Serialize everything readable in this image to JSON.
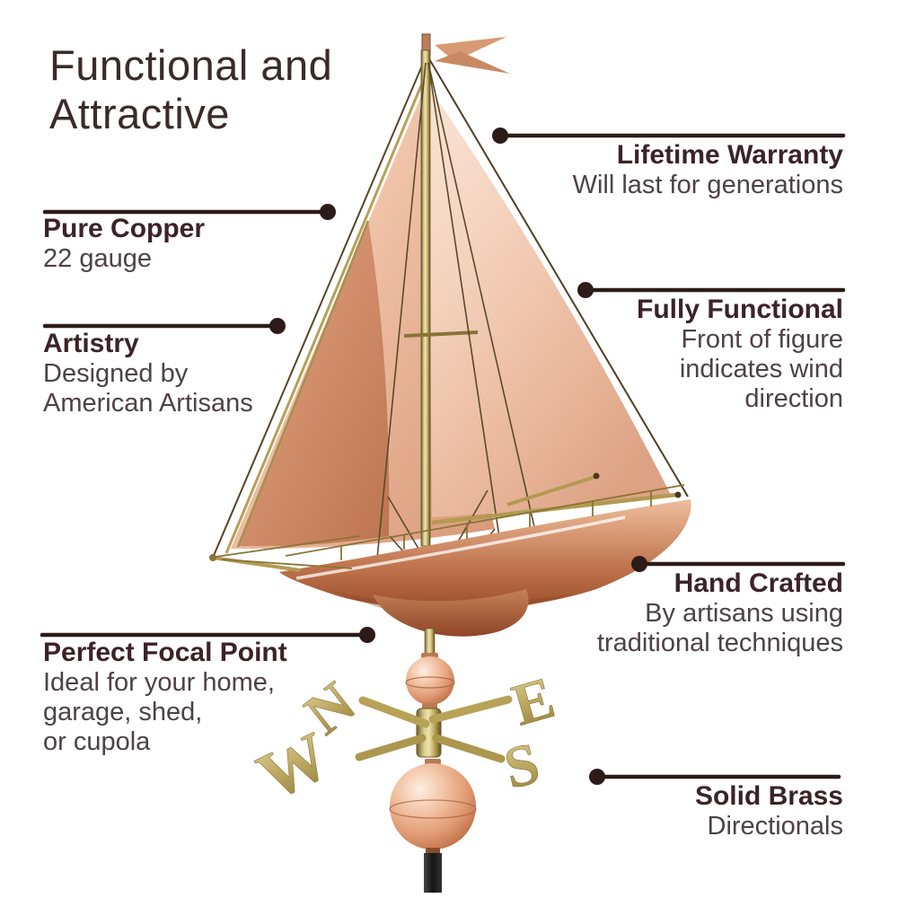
{
  "title": {
    "line1": "Functional and",
    "line2": "Attractive"
  },
  "callouts_left": [
    {
      "heading": "Pure Copper",
      "lines": [
        "22 gauge",
        "",
        ""
      ]
    },
    {
      "heading": "Artistry",
      "lines": [
        "Designed by",
        "American Artisans",
        ""
      ]
    },
    {
      "heading": "Perfect Focal Point",
      "lines": [
        "Ideal for your home,",
        "garage, shed,",
        "or cupola"
      ]
    }
  ],
  "callouts_right": [
    {
      "heading": "Lifetime Warranty",
      "lines": [
        "Will last for generations",
        "",
        ""
      ]
    },
    {
      "heading": "Fully Functional",
      "lines": [
        "Front of figure",
        "indicates wind",
        "direction"
      ]
    },
    {
      "heading": "Hand Crafted",
      "lines": [
        "By artisans using",
        "traditional techniques",
        ""
      ]
    },
    {
      "heading": "Solid Brass",
      "lines": [
        "Directionals",
        "",
        ""
      ]
    }
  ],
  "weathervane": {
    "subject": "copper sailboat weathervane",
    "directionals": {
      "north": "N",
      "south": "S",
      "east": "E",
      "west": "W"
    }
  },
  "colors": {
    "background": "#ffffff",
    "title_text": "#3a2b29",
    "heading_text": "#3b2327",
    "body_text": "#4e4246",
    "callout_line": "#2d1b19",
    "copper_light": "#f4d2bd",
    "copper_deep": "#bc7048",
    "brass": "#b7a258",
    "finial_rod": "#1d1d1d"
  }
}
